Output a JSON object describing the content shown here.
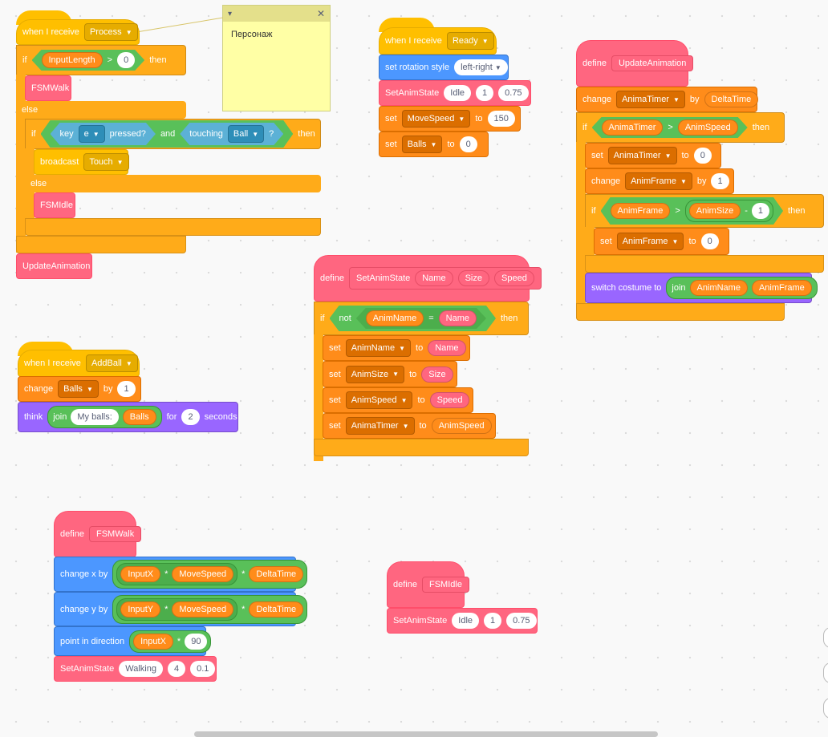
{
  "note": {
    "text": "Персонаж"
  },
  "s1": {
    "hat": "when I receive",
    "msg": "Process",
    "if": "if",
    "len": "InputLength",
    "gt": ">",
    "zero": "0",
    "then": "then",
    "fsmwalk": "FSMWalk",
    "else": "else",
    "if2": "if",
    "key": "key",
    "keyval": "e",
    "pressed": "pressed?",
    "and": "and",
    "touching": "touching",
    "ball": "Ball",
    "q": "?",
    "then2": "then",
    "broadcast": "broadcast",
    "touch": "Touch",
    "else2": "else",
    "fsmidle": "FSMIdle",
    "update": "UpdateAnimation"
  },
  "s2": {
    "hat": "when I receive",
    "msg": "Ready",
    "rot": "set rotation style",
    "rotval": "left-right",
    "sas": "SetAnimState",
    "a1": "Idle",
    "a2": "1",
    "a3": "0.75",
    "set": "set",
    "ms": "MoveSpeed",
    "to": "to",
    "v150": "150",
    "set2": "set",
    "balls": "Balls",
    "to2": "to",
    "v0": "0"
  },
  "s3": {
    "define": "define",
    "name": "UpdateAnimation",
    "change": "change",
    "timer": "AnimaTimer",
    "by": "by",
    "dt": "DeltaTime",
    "if": "if",
    "timer2": "AnimaTimer",
    "gt": ">",
    "speed": "AnimSpeed",
    "then": "then",
    "set": "set",
    "timer3": "AnimaTimer",
    "to": "to",
    "zero": "0",
    "change2": "change",
    "frame": "AnimFrame",
    "by2": "by",
    "one": "1",
    "if2": "if",
    "frame2": "AnimFrame",
    "gt2": ">",
    "size": "AnimSize",
    "minus": "-",
    "one2": "1",
    "then2": "then",
    "set2": "set",
    "frame3": "AnimFrame",
    "to2": "to",
    "zero2": "0",
    "switch": "switch costume to",
    "join": "join",
    "aname": "AnimName",
    "aframe": "AnimFrame"
  },
  "s4": {
    "hat": "when I receive",
    "msg": "AddBall",
    "change": "change",
    "balls": "Balls",
    "by": "by",
    "one": "1",
    "think": "think",
    "join": "join",
    "mb": "My balls:",
    "balls2": "Balls",
    "for": "for",
    "two": "2",
    "seconds": "seconds"
  },
  "s5": {
    "define": "define",
    "name": "SetAnimState",
    "p1": "Name",
    "p2": "Size",
    "p3": "Speed",
    "if": "if",
    "not": "not",
    "an": "AnimName",
    "eq": "=",
    "nm": "Name",
    "then": "then",
    "set1": "set",
    "v1": "AnimName",
    "to1": "to",
    "r1": "Name",
    "set2": "set",
    "v2": "AnimSize",
    "to2": "to",
    "r2": "Size",
    "set3": "set",
    "v3": "AnimSpeed",
    "to3": "to",
    "r3": "Speed",
    "set4": "set",
    "v4": "AnimaTimer",
    "to4": "to",
    "r4": "AnimSpeed"
  },
  "s6": {
    "define": "define",
    "name": "FSMWalk",
    "cx": "change x by",
    "ix": "InputX",
    "mul": "*",
    "ms": "MoveSpeed",
    "mul2": "*",
    "dt": "DeltaTime",
    "cy": "change y by",
    "iy": "InputY",
    "mul3": "*",
    "ms2": "MoveSpeed",
    "mul4": "*",
    "dt2": "DeltaTime",
    "pd": "point in direction",
    "ix2": "InputX",
    "mul5": "*",
    "n90": "90",
    "sas": "SetAnimState",
    "a1": "Walking",
    "a2": "4",
    "a3": "0.1"
  },
  "s7": {
    "define": "define",
    "name": "FSMIdle",
    "sas": "SetAnimState",
    "a1": "Idle",
    "a2": "1",
    "a3": "0.75"
  }
}
